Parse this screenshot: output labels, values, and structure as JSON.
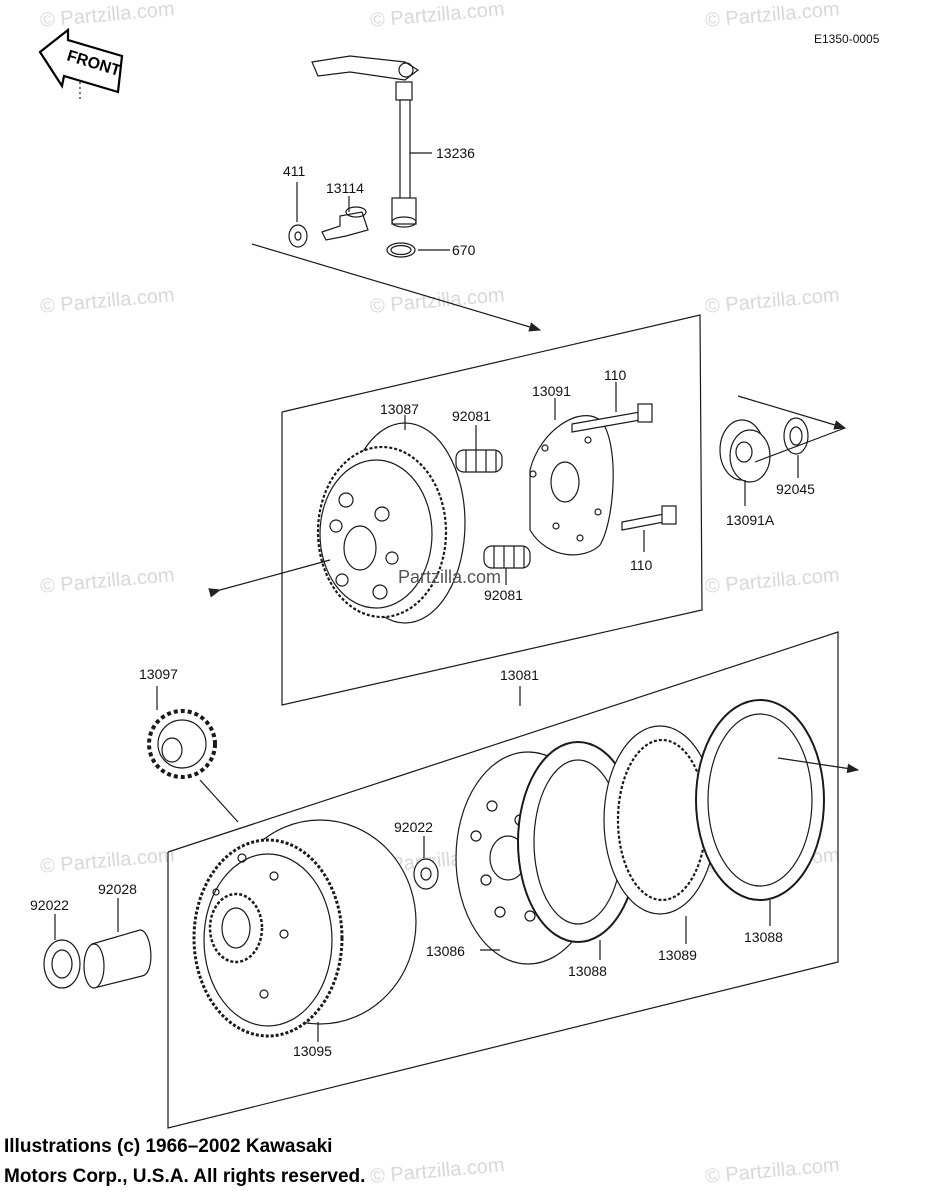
{
  "diagram_code": "E1350-0005",
  "front_label": "FRONT",
  "watermark": "© Partzilla.com",
  "center_watermark": "Partzilla.com",
  "parts": {
    "p411": "411",
    "p13114": "13114",
    "p13236": "13236",
    "p670": "670",
    "p13087": "13087",
    "p92081a": "92081",
    "p13091": "13091",
    "p110a": "110",
    "p110b": "110",
    "p92081b": "92081",
    "p92045": "92045",
    "p13091A": "13091A",
    "p13081": "13081",
    "p13097": "13097",
    "p92022a": "92022",
    "p92022b": "92022",
    "p92028": "92028",
    "p13086": "13086",
    "p13088a": "13088",
    "p13089": "13089",
    "p13088b": "13088",
    "p13095": "13095"
  },
  "copyright": {
    "line1": "Illustrations (c) 1966–2002 Kawasaki",
    "line2": "Motors Corp., U.S.A.  All rights reserved."
  }
}
